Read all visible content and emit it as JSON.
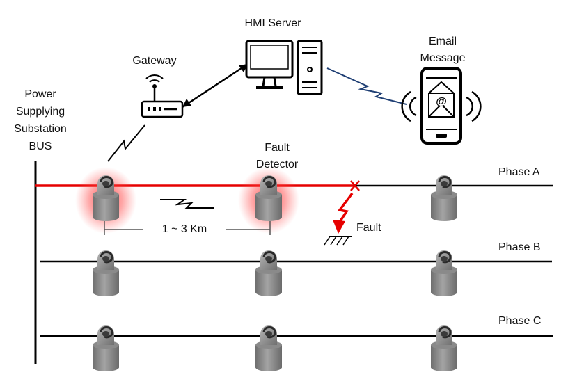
{
  "labels": {
    "hmi_server": "HMI Server",
    "email_line1": "Email",
    "email_line2": "Message",
    "gateway": "Gateway",
    "substation_line1": "Power",
    "substation_line2": "Supplying",
    "substation_line3": "Substation",
    "substation_line4": "BUS",
    "fault_detector_line1": "Fault",
    "fault_detector_line2": "Detector",
    "distance": "1 ~ 3 Km",
    "fault": "Fault",
    "phase_a": "Phase A",
    "phase_b": "Phase B",
    "phase_c": "Phase C"
  },
  "colors": {
    "fault_path": "#e60000",
    "line": "#000000",
    "wireless_link": "#1f3f74",
    "detector_body": "#8e8e8e"
  },
  "icons": {
    "server": "computer-icon",
    "phone": "smartphone-email-icon",
    "gateway": "router-icon",
    "detector": "fault-detector-icon",
    "fault": "lightning-ground-icon"
  }
}
